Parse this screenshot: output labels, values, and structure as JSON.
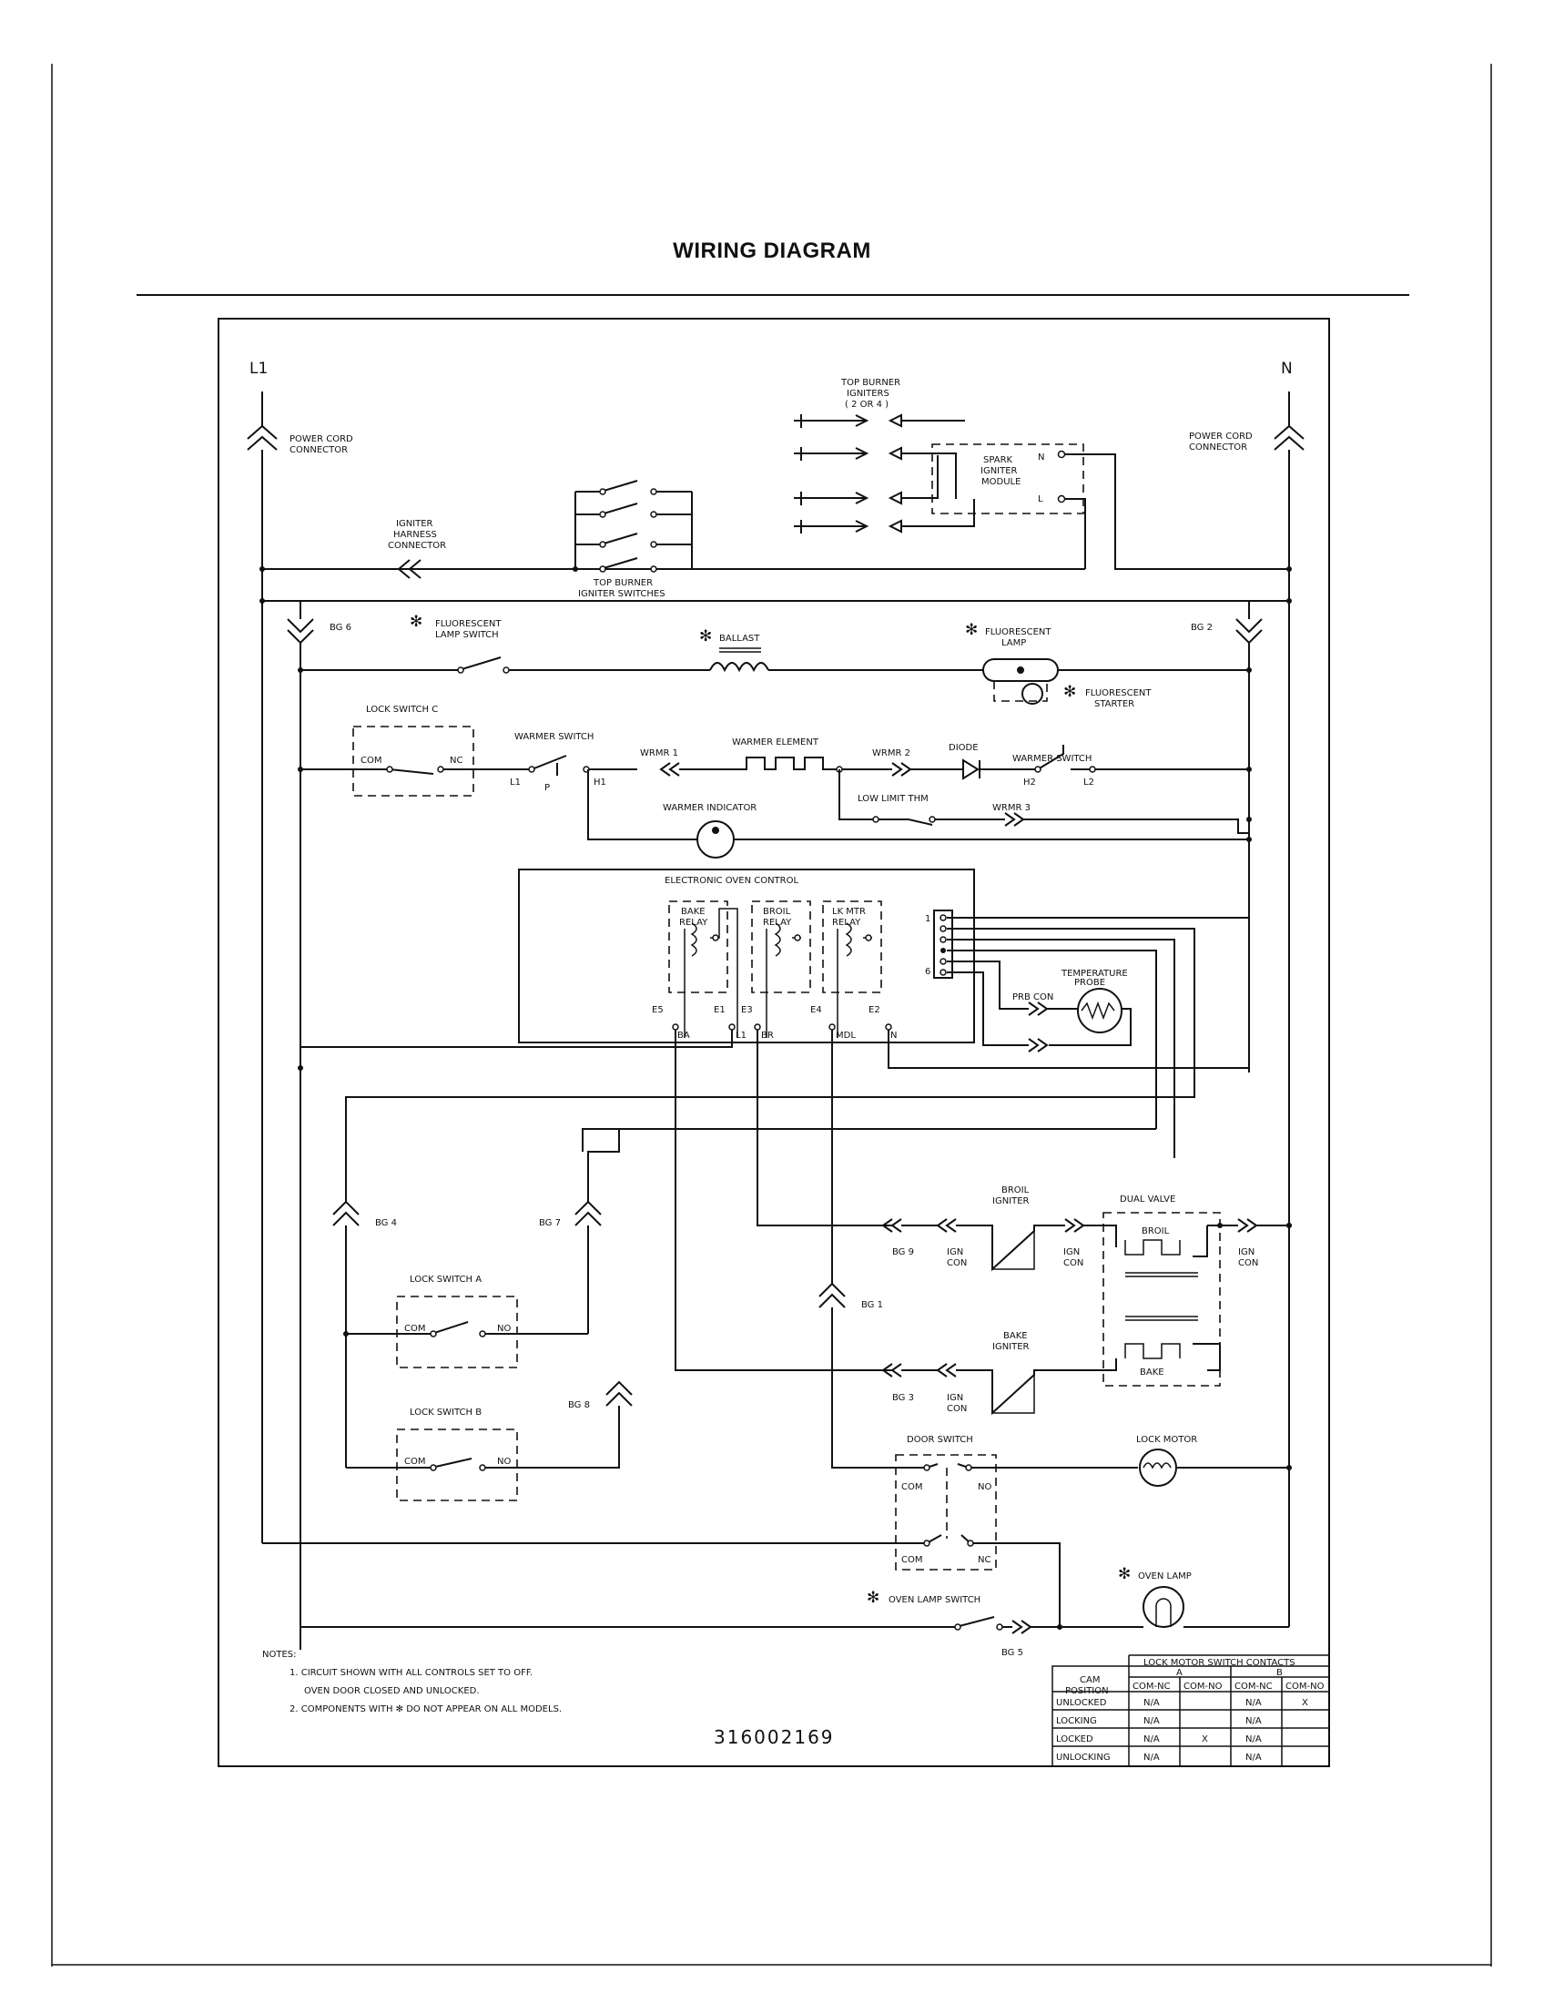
{
  "title": "WIRING DIAGRAM",
  "part_number": "316002169",
  "lines": {
    "l1": "L1",
    "n": "N"
  },
  "connectors": {
    "power_cord_left": [
      "POWER CORD",
      "CONNECTOR"
    ],
    "power_cord_right": [
      "POWER CORD",
      "CONNECTOR"
    ],
    "igniter_harness": [
      "IGNITER",
      "HARNESS",
      "CONNECTOR"
    ],
    "bg6": "BG 6",
    "bg2": "BG 2",
    "bg4": "BG 4",
    "bg7": "BG 7",
    "bg8": "BG 8",
    "bg1": "BG 1",
    "bg9": "BG 9",
    "bg3": "BG 3",
    "bg5": "BG 5",
    "prb_con": "PRB CON",
    "ign_con": [
      "IGN",
      "CON"
    ],
    "wrmr1": "WRMR 1",
    "wrmr2": "WRMR 2",
    "wrmr3": "WRMR 3"
  },
  "components": {
    "top_burner_igniters": [
      "TOP BURNER",
      "IGNITERS",
      "( 2 OR 4 )"
    ],
    "spark_igniter_module": [
      "SPARK",
      "IGNITER",
      "MODULE"
    ],
    "top_burner_igniter_switches": [
      "TOP BURNER",
      "IGNITER SWITCHES"
    ],
    "fluorescent_lamp_switch": [
      "FLUORESCENT",
      "LAMP SWITCH"
    ],
    "ballast": "BALLAST",
    "fluorescent_lamp": [
      "FLUORESCENT",
      "LAMP"
    ],
    "fluorescent_starter": [
      "FLUORESCENT",
      "STARTER"
    ],
    "lock_switch_c": "LOCK SWITCH C",
    "warmer_switch": "WARMER SWITCH",
    "warmer_element": "WARMER ELEMENT",
    "diode": "DIODE",
    "warmer_switch_right": "WARMER SWITCH",
    "low_limit_thm": "LOW LIMIT THM",
    "warmer_indicator": "WARMER INDICATOR",
    "electronic_oven_control": "ELECTRONIC OVEN CONTROL",
    "bake_relay": [
      "BAKE",
      "RELAY"
    ],
    "broil_relay": [
      "BROIL",
      "RELAY"
    ],
    "lk_mtr_relay": [
      "LK MTR",
      "RELAY"
    ],
    "temperature_probe": [
      "TEMPERATURE",
      "PROBE"
    ],
    "broil_igniter": [
      "BROIL",
      "IGNITER"
    ],
    "bake_igniter": [
      "BAKE",
      "IGNITER"
    ],
    "dual_valve": "DUAL VALVE",
    "broil": "BROIL",
    "bake": "BAKE",
    "lock_switch_a": "LOCK SWITCH A",
    "lock_switch_b": "LOCK SWITCH B",
    "door_switch": "DOOR SWITCH",
    "lock_motor": "LOCK MOTOR",
    "oven_lamp_switch": "OVEN LAMP SWITCH",
    "oven_lamp": "OVEN LAMP"
  },
  "terminals": {
    "com": "COM",
    "nc": "NC",
    "no": "NO",
    "n": "N",
    "l": "L",
    "l1": "L1",
    "p": "P",
    "h1": "H1",
    "h2": "H2",
    "l2": "L2",
    "e5": "E5",
    "e1": "E1",
    "e3": "E3",
    "e4": "E4",
    "e2": "E2",
    "ba": "BA",
    "l1b": "L1",
    "br": "BR",
    "mdl": "MDL",
    "nb": "N",
    "pin1": "1",
    "pin6": "6",
    "asterisk": "✻"
  },
  "notes": {
    "heading": "NOTES:",
    "items": [
      "1.  CIRCUIT SHOWN WITH ALL CONTROLS SET TO OFF.",
      "OVEN DOOR CLOSED AND UNLOCKED.",
      "2.  COMPONENTS WITH ✻ DO NOT APPEAR ON ALL MODELS."
    ]
  },
  "contacts_table": {
    "title": "LOCK MOTOR SWITCH CONTACTS",
    "cam_position": [
      "CAM",
      "POSITION"
    ],
    "groups": [
      "A",
      "B"
    ],
    "subheaders": [
      "COM-NC",
      "COM-NO",
      "COM-NC",
      "COM-NO"
    ],
    "rows": [
      [
        "UNLOCKED",
        "N/A",
        "",
        "N/A",
        "X"
      ],
      [
        "LOCKING",
        "N/A",
        "",
        "N/A",
        ""
      ],
      [
        "LOCKED",
        "N/A",
        "X",
        "N/A",
        ""
      ],
      [
        "UNLOCKING",
        "N/A",
        "",
        "N/A",
        ""
      ]
    ]
  }
}
